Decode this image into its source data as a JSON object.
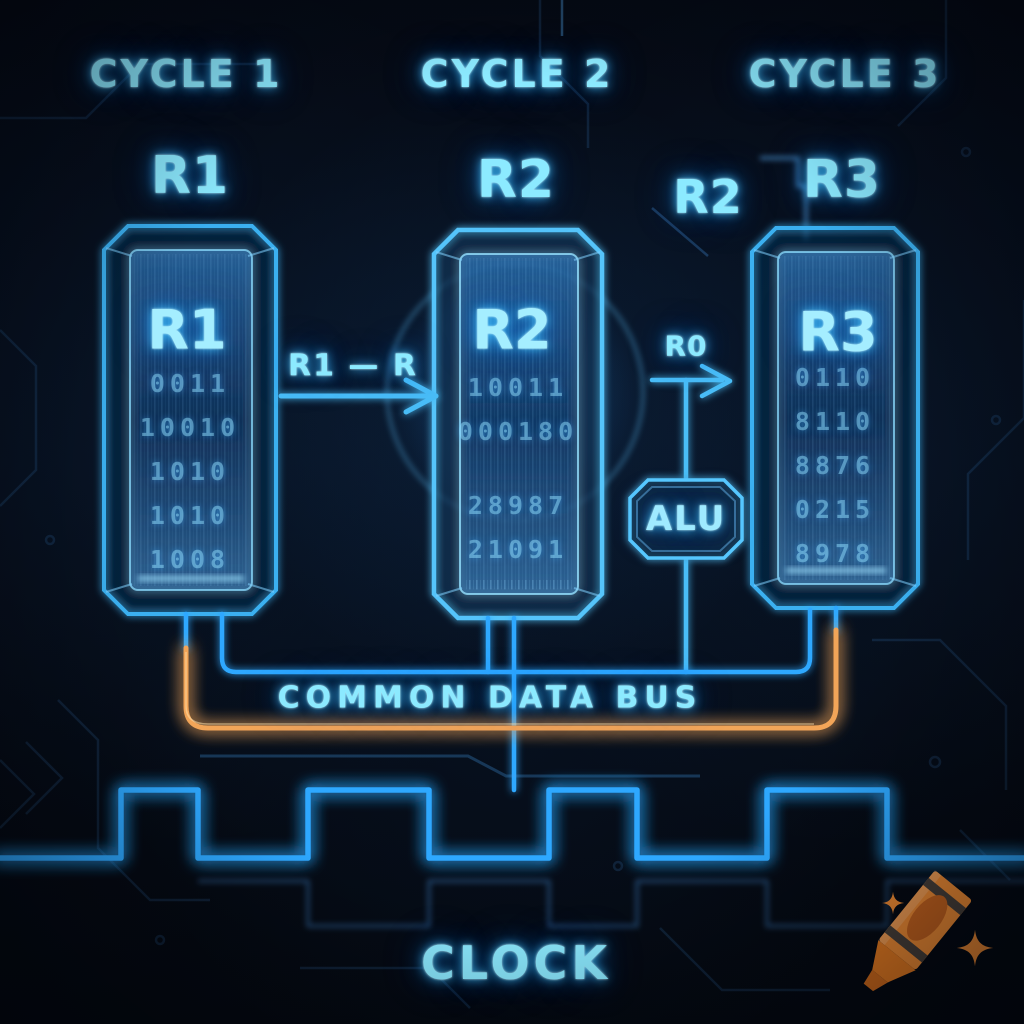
{
  "cycles": [
    {
      "label": "CYCLE 1"
    },
    {
      "label": "CYCLE 2"
    },
    {
      "label": "CYCLE 3"
    }
  ],
  "registers": [
    {
      "name": "R1",
      "top_label": "R1",
      "box_label": "R1",
      "bits": [
        "0011",
        "10010",
        "1010",
        "1010",
        "1008"
      ]
    },
    {
      "name": "R2",
      "top_label": "R2",
      "box_label": "R2",
      "bits": [
        "10011",
        "000180",
        "28987",
        "21091"
      ]
    },
    {
      "name": "R3",
      "top_label": "R3",
      "aux_top_label": "R2",
      "box_label": "R3",
      "bits": [
        "0110",
        "8110",
        "8876",
        "0215",
        "8978"
      ]
    }
  ],
  "labels": {
    "transfer_arrow": "R1 — R",
    "alu_input": "R0",
    "alu": "ALU",
    "bus": "COMMON DATA BUS",
    "clock": "CLOCK"
  },
  "colors": {
    "background": "#04070f",
    "neon_text": "#8ceaff",
    "register_stroke": "#38b4f2",
    "bus_blue": "#2fa8ff",
    "bus_orange": "#f2a559",
    "watermark_orange": "#ed8a32"
  },
  "watermark": {
    "icon": "crayon-icon",
    "sparkle_icon": "sparkle-icon"
  }
}
